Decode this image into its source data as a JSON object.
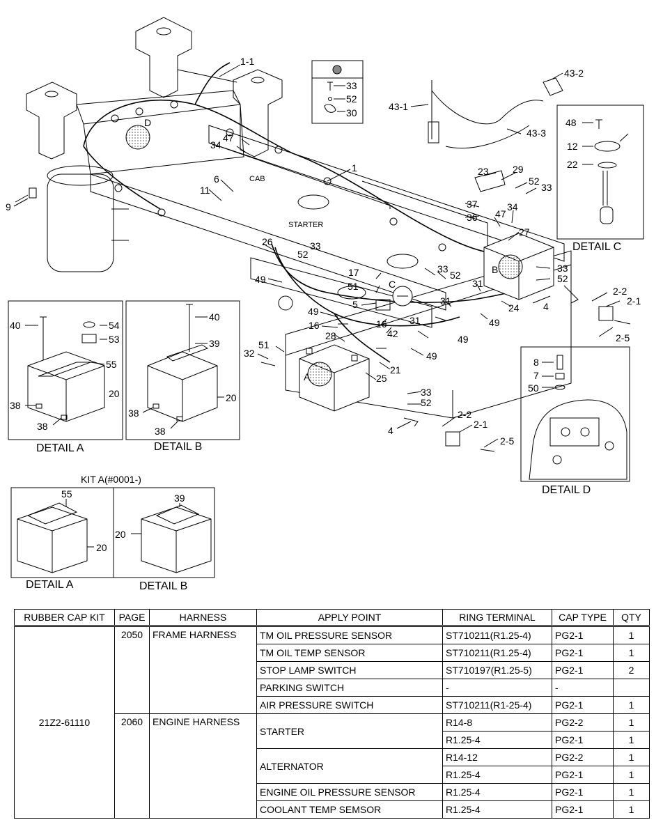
{
  "callouts": {
    "c1_1": "1-1",
    "c1": "1",
    "c9": "9",
    "c11": "11",
    "c6": "6",
    "c34a": "34",
    "c47a": "47",
    "cab": "CAB",
    "starter": "STARTER",
    "c26": "26",
    "c52a": "52",
    "c33a": "33",
    "c49a": "49",
    "c17": "17",
    "c51a": "51",
    "c5": "5",
    "c49b": "49",
    "c16a": "16",
    "c16b": "16",
    "c28": "28",
    "c42": "42",
    "c21": "21",
    "c25": "25",
    "c51b": "51",
    "c32": "32",
    "c49c": "49",
    "c49d": "49",
    "c31a": "31",
    "c31b": "31",
    "c31c": "31",
    "c24": "24",
    "c33b": "33",
    "c52b": "52",
    "c33c": "33",
    "c52c": "52",
    "c4a": "4",
    "c2_2a": "2-2",
    "c2_1a": "2-1",
    "c2_5a": "2-5",
    "c33d": "33",
    "c52d": "52",
    "c4b": "4",
    "c2_2b": "2-2",
    "c2_1b": "2-1",
    "c2_5b": "2-5",
    "c23": "23",
    "c29": "29",
    "c52e": "52",
    "c33e": "33",
    "c37": "37",
    "c36": "36",
    "c47b": "47",
    "c34b": "34",
    "c27": "27",
    "c43_1": "43-1",
    "c43_2": "43-2",
    "c43_3": "43-3",
    "inset33": "33",
    "inset52": "52",
    "inset30": "30",
    "lblA": "A",
    "lblB": "B",
    "lblC": "C",
    "lblD": "D"
  },
  "details": {
    "c": {
      "caption": "DETAIL C",
      "n48": "48",
      "n12": "12",
      "n22": "22"
    },
    "d": {
      "caption": "DETAIL D",
      "n8": "8",
      "n7": "7",
      "n50": "50"
    },
    "a": {
      "caption": "DETAIL A",
      "n40": "40",
      "n54": "54",
      "n53": "53",
      "n55": "55",
      "n20": "20",
      "n38a": "38",
      "n38b": "38"
    },
    "b": {
      "caption": "DETAIL B",
      "n40": "40",
      "n39": "39",
      "n20": "20",
      "n38a": "38",
      "n38b": "38"
    },
    "kit": {
      "title": "KIT A(#0001-)",
      "a_caption": "DETAIL A",
      "b_caption": "DETAIL B",
      "a55": "55",
      "a20": "20",
      "b39": "39",
      "b20": "20"
    }
  },
  "table": {
    "headers": [
      "RUBBER CAP KIT",
      "PAGE",
      "HARNESS",
      "APPLY POINT",
      "RING TERMINAL",
      "CAP TYPE",
      "QTY"
    ],
    "kit": "21Z2-61110",
    "group1": {
      "page": "2050",
      "harness": "FRAME HARNESS"
    },
    "group2": {
      "page": "2060",
      "harness": "ENGINE HARNESS"
    },
    "rows": [
      {
        "apply": "TM OIL PRESSURE SENSOR",
        "ring": "ST710211(R1.25-4)",
        "cap": "PG2-1",
        "qty": "1"
      },
      {
        "apply": "TM OIL TEMP SENSOR",
        "ring": "ST710211(R1.25-4)",
        "cap": "PG2-1",
        "qty": "1"
      },
      {
        "apply": "STOP LAMP SWITCH",
        "ring": "ST710197(R1.25-5)",
        "cap": "PG2-1",
        "qty": "2"
      },
      {
        "apply": "PARKING SWITCH",
        "ring": "-",
        "cap": "-",
        "qty": ""
      },
      {
        "apply": "AIR PRESSURE SWITCH",
        "ring": "ST710211(R1-25-4)",
        "cap": "PG2-1",
        "qty": "1"
      },
      {
        "apply": "STARTER",
        "ring": "R14-8",
        "cap": "PG2-2",
        "qty": "1"
      },
      {
        "apply": "",
        "ring": "R1.25-4",
        "cap": "PG2-1",
        "qty": "1"
      },
      {
        "apply": "ALTERNATOR",
        "ring": "R14-12",
        "cap": "PG2-2",
        "qty": "1"
      },
      {
        "apply": "",
        "ring": "R1.25-4",
        "cap": "PG2-1",
        "qty": "1"
      },
      {
        "apply": "ENGINE OIL PRESSURE SENSOR",
        "ring": "R1.25-4",
        "cap": "PG2-1",
        "qty": "1"
      },
      {
        "apply": "COOLANT TEMP SEMSOR",
        "ring": "R1.25-4",
        "cap": "PG2-1",
        "qty": "1"
      }
    ]
  }
}
